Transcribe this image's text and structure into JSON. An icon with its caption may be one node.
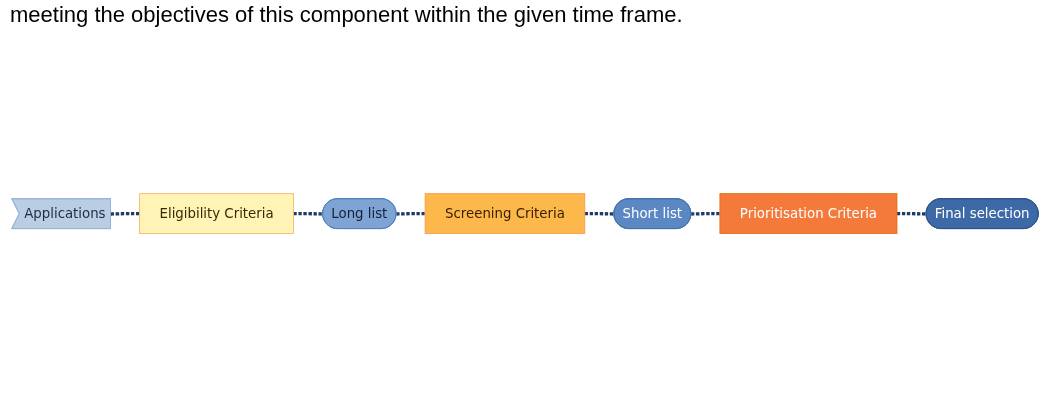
{
  "diagram": {
    "nodes": [
      {
        "text": [
          "Applications"
        ]
      },
      {
        "text": [
          "Eligibility Criteria"
        ]
      },
      {
        "text": [
          "Long list"
        ]
      },
      {
        "text": [
          "Screening Criteria"
        ]
      },
      {
        "text": [
          "Short list"
        ]
      },
      {
        "text": [
          "Prioritisation Criteria"
        ]
      },
      {
        "text": [
          "Final selection"
        ]
      }
    ],
    "edges": [
      {
        "from": 0,
        "to": 1,
        "arrow": "none",
        "style": "dashed"
      },
      {
        "from": 1,
        "to": 2,
        "arrow": "none",
        "style": "dashed"
      },
      {
        "from": 2,
        "to": 3,
        "arrow": "none",
        "style": "dashed"
      },
      {
        "from": 3,
        "to": 4,
        "arrow": "none",
        "style": "dashed"
      },
      {
        "from": 4,
        "to": 5,
        "arrow": "none",
        "style": "dashed"
      },
      {
        "from": 5,
        "to": 6,
        "arrow": "none",
        "style": "dashed"
      }
    ],
    "labels": [
      "meeting the objectives of this component within the given time frame."
    ]
  }
}
